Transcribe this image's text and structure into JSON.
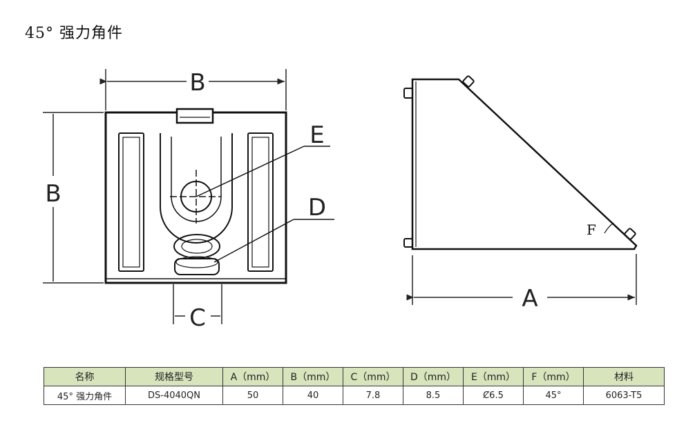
{
  "title": "45° 强力角件",
  "front_view": {
    "dim_b_top": "B",
    "dim_b_side": "B",
    "dim_c": "C",
    "label_e": "E",
    "label_d": "D"
  },
  "side_view": {
    "dim_a": "A",
    "label_f": "F"
  },
  "table": {
    "headers": [
      "名称",
      "规格型号",
      "A（mm）",
      "B（mm）",
      "C（mm）",
      "D（mm）",
      "E（mm）",
      "F（mm）",
      "材料"
    ],
    "row": [
      "45° 强力角件",
      "DS-4040QN",
      "50",
      "40",
      "7.8",
      "8.5",
      "Ȼ6.5",
      "45°",
      "6063-T5"
    ]
  },
  "colors": {
    "header_bg": "#d7e4bc",
    "line": "#111111"
  }
}
